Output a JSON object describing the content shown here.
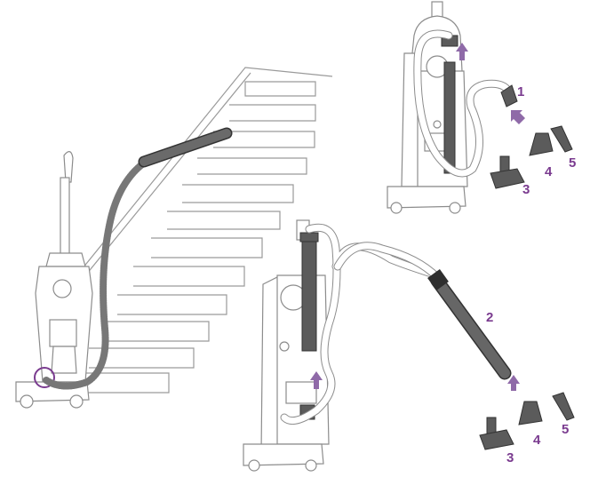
{
  "labels": {
    "top_hose": "1",
    "top_turbo": "3",
    "top_dust": "4",
    "top_crevice": "5",
    "bottom_wand": "2",
    "bottom_turbo": "3",
    "bottom_dust": "4",
    "bottom_crevice": "5"
  },
  "colors": {
    "label": "#7a3b8f",
    "arrow": "#8f6aa8",
    "line": "#9a9a9a",
    "dark_part": "#5b5b5b"
  }
}
